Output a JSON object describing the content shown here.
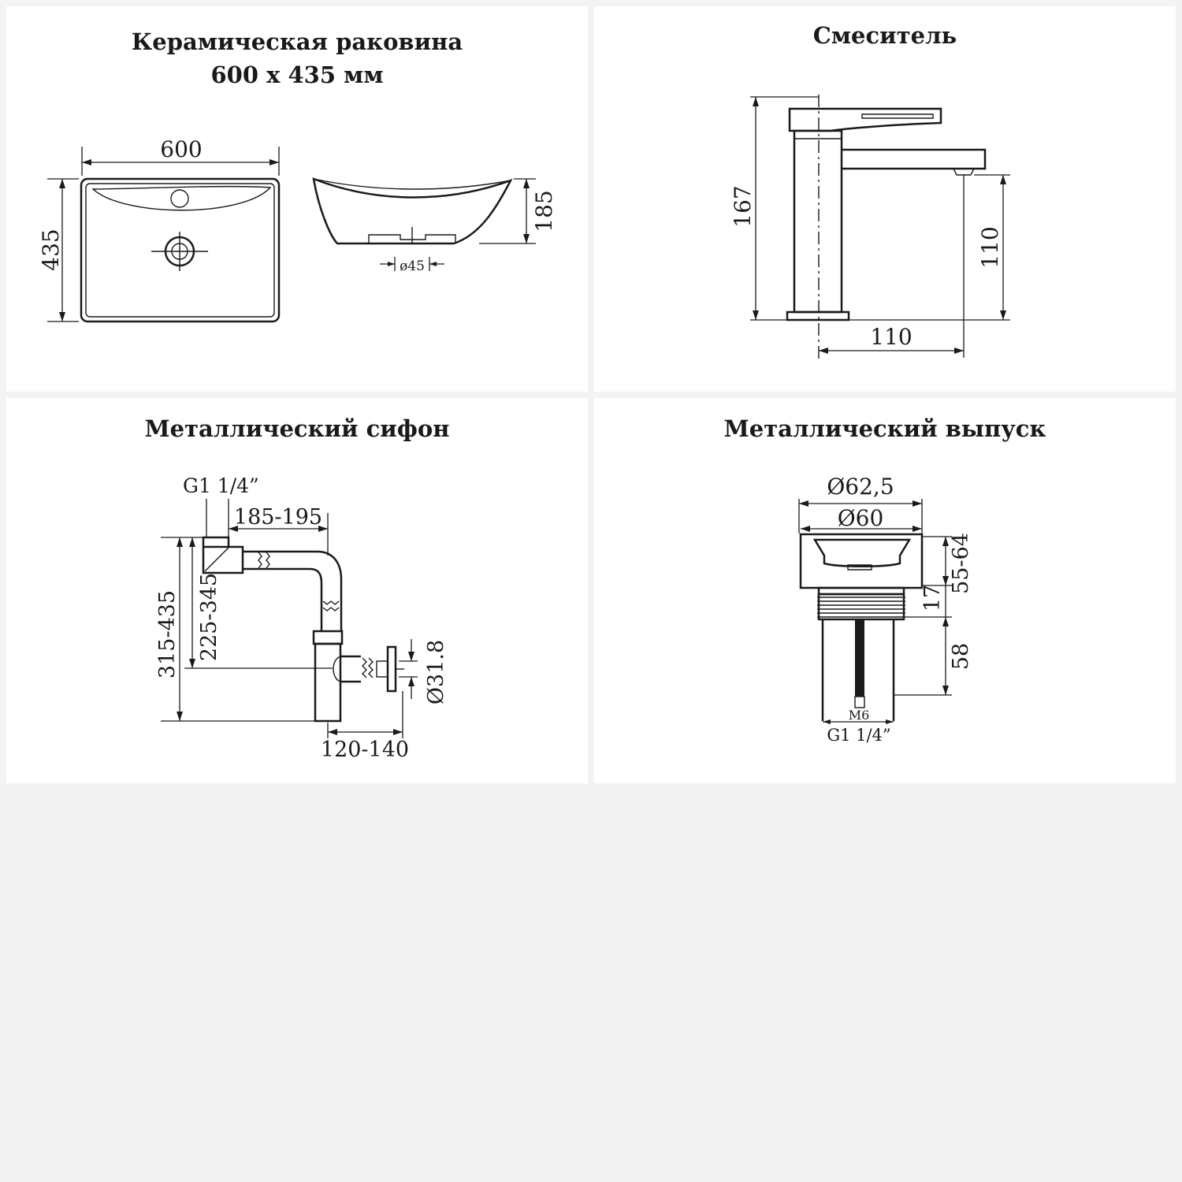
{
  "panels": {
    "sink": {
      "title_line1": "Керамическая раковина",
      "title_line2": "600 x 435 мм",
      "dims": {
        "width": "600",
        "depth": "435",
        "height": "185",
        "drain": "ø45"
      }
    },
    "mixer": {
      "title": "Смеситель",
      "dims": {
        "height": "167",
        "spout_height": "110",
        "reach": "110"
      }
    },
    "siphon": {
      "title": "Металлический сифон",
      "dims": {
        "thread": "G1 1/4”",
        "horizontal": "185-195",
        "height_total": "315-435",
        "height_inner": "225-345",
        "outlet": "Ø31.8",
        "wall": "120-140"
      }
    },
    "drain": {
      "title": "Металлический выпуск",
      "dims": {
        "outer_d": "Ø62,5",
        "inner_d": "Ø60",
        "range": "55-64",
        "flange": "17",
        "body": "58",
        "bolt": "M6",
        "thread": "G1 1/4”"
      }
    }
  }
}
